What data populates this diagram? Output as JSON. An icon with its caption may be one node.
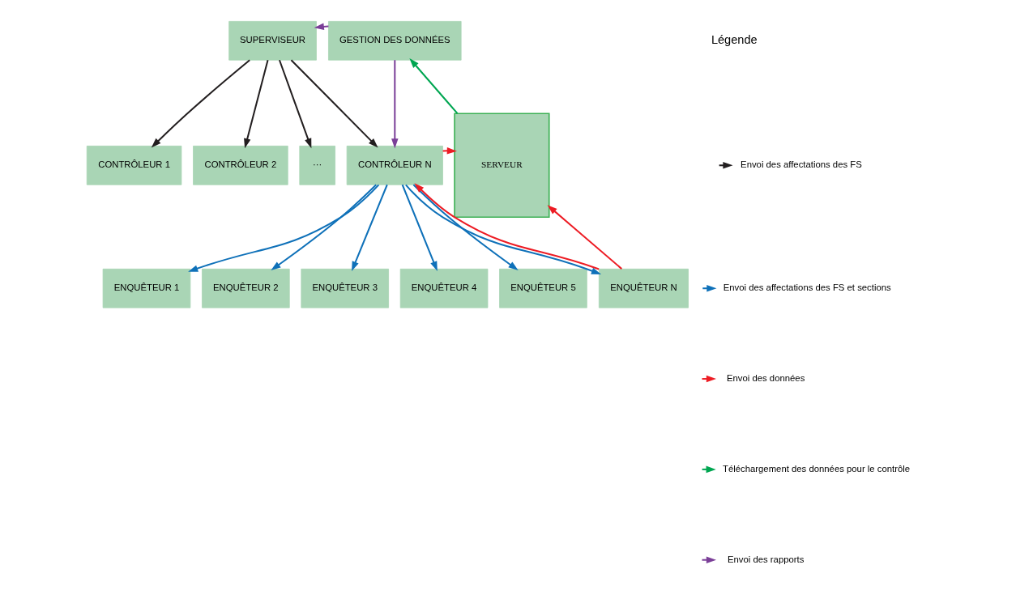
{
  "diagram": {
    "nodes": [
      {
        "text": [
          "SUPERVISEUR"
        ]
      },
      {
        "text": [
          "GESTION DES DONNÉES"
        ]
      },
      {
        "text": [
          "SERVEUR"
        ]
      },
      {
        "text": [
          "CONTRÔLEUR 1"
        ]
      },
      {
        "text": [
          "CONTRÔLEUR 2"
        ]
      },
      {
        "text": [
          "···"
        ]
      },
      {
        "text": [
          "CONTRÔLEUR N"
        ]
      },
      {
        "text": [
          "ENQUÊTEUR 1"
        ]
      },
      {
        "text": [
          "ENQUÊTEUR 2"
        ]
      },
      {
        "text": [
          "ENQUÊTEUR 3"
        ]
      },
      {
        "text": [
          "ENQUÊTEUR 4"
        ]
      },
      {
        "text": [
          "ENQUÊTEUR 5"
        ]
      },
      {
        "text": [
          "ENQUÊTEUR N"
        ]
      }
    ],
    "edges": [
      {
        "from": 1,
        "to": 0,
        "arrow": "to",
        "color": "#7b3f98"
      },
      {
        "from": 0,
        "to": 3,
        "arrow": "to",
        "color": "#231f20"
      },
      {
        "from": 0,
        "to": 4,
        "arrow": "to",
        "color": "#231f20"
      },
      {
        "from": 0,
        "to": 5,
        "arrow": "to",
        "color": "#231f20"
      },
      {
        "from": 0,
        "to": 6,
        "arrow": "to",
        "color": "#231f20"
      },
      {
        "from": 1,
        "to": 6,
        "arrow": "to",
        "color": "#7b3f98"
      },
      {
        "from": 2,
        "to": 1,
        "arrow": "to",
        "color": "#00a651"
      },
      {
        "from": 6,
        "to": 2,
        "arrow": "to",
        "color": "#ed1c24"
      },
      {
        "from": 6,
        "to": 7,
        "arrow": "to"
      },
      {
        "from": 6,
        "to": 8,
        "arrow": "to"
      },
      {
        "from": 6,
        "to": 9,
        "arrow": "to"
      },
      {
        "from": 6,
        "to": 10,
        "arrow": "to"
      },
      {
        "from": 6,
        "to": 11,
        "arrow": "to"
      },
      {
        "from": 6,
        "to": 12,
        "arrow": "to"
      },
      {
        "from": 12,
        "to": 6,
        "arrow": "to",
        "color": "#ed1c24"
      },
      {
        "from": 12,
        "to": 2,
        "arrow": "to",
        "color": "#ed1c24"
      }
    ],
    "labels": [
      "Légende"
    ],
    "legend": [
      {
        "text": "Envoi des affectations des FS",
        "color": "#231f20"
      },
      {
        "text": "Envoi des affectations des FS et sections",
        "color": "#0f71b9"
      },
      {
        "text": "Envoi des données",
        "color": "#ed1c24"
      },
      {
        "text": "Téléchargement des données pour le contrôle",
        "color": "#00a651"
      },
      {
        "text": "Envoi des rapports",
        "color": "#7b3f98"
      }
    ]
  }
}
